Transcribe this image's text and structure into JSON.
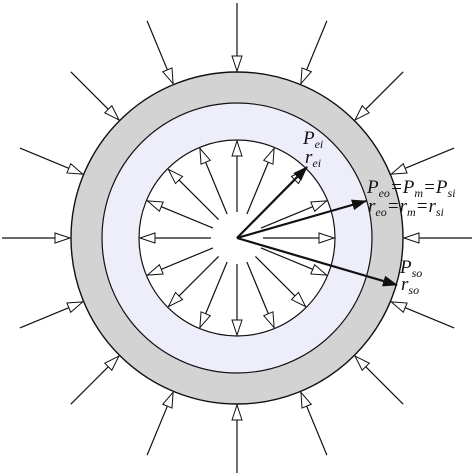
{
  "colors": {
    "outer_ring_fill": "#d3d3d3",
    "inner_ring_fill": "#eeeefb",
    "core_fill": "#ffffff",
    "stroke": "#111111",
    "arrowhead_fill": "#ffffff"
  },
  "arrows": {
    "external_count": 16,
    "internal_count": 16,
    "external_direction": "inward",
    "internal_direction": "outward"
  },
  "labels": {
    "p_ei": {
      "base": "P",
      "sub": "ei"
    },
    "r_ei": {
      "base": "r",
      "sub": "ei"
    },
    "p_eq_line": [
      {
        "base": "P",
        "sub": "eo"
      },
      {
        "op": "="
      },
      {
        "base": "P",
        "sub": "m"
      },
      {
        "op": "="
      },
      {
        "base": "P",
        "sub": "si"
      }
    ],
    "r_eq_line": [
      {
        "base": "r",
        "sub": "eo"
      },
      {
        "op": "="
      },
      {
        "base": "r",
        "sub": "m"
      },
      {
        "op": "="
      },
      {
        "base": "r",
        "sub": "si"
      }
    ],
    "p_so": {
      "base": "P",
      "sub": "so"
    },
    "r_so": {
      "base": "r",
      "sub": "so"
    }
  }
}
